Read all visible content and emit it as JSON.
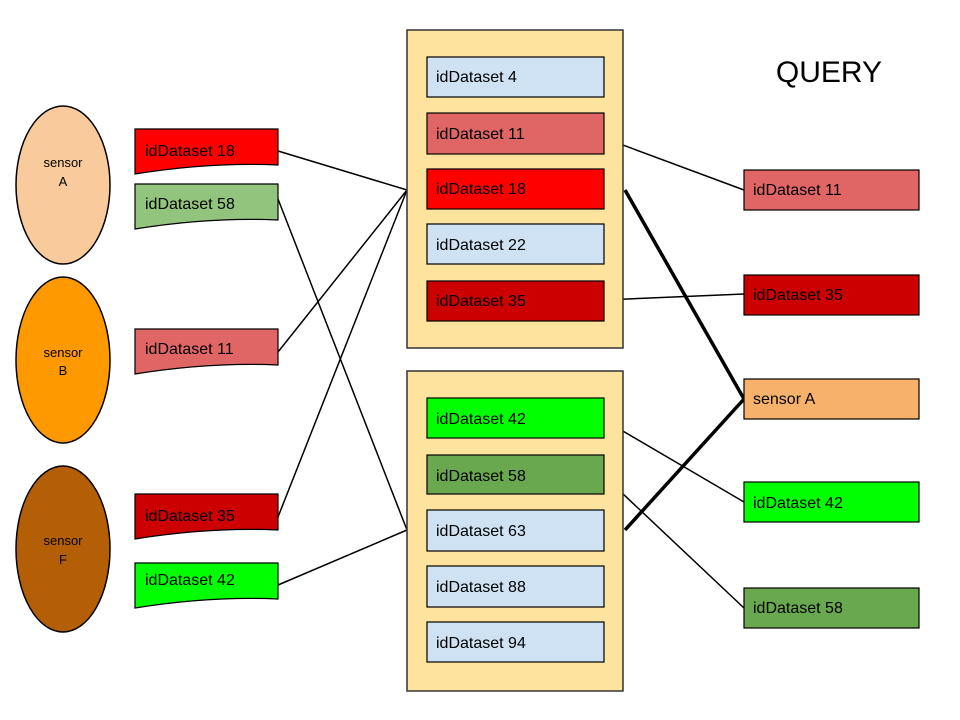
{
  "title": "QUERY",
  "colors": {
    "container_fill": "#fde39e",
    "container_stroke": "#333333",
    "edge": "#000000"
  },
  "sensors": [
    {
      "name": "sensor",
      "letter": "A",
      "fill": "#f9cb9c"
    },
    {
      "name": "sensor",
      "letter": "B",
      "fill": "#ff9900"
    },
    {
      "name": "sensor",
      "letter": "F",
      "fill": "#b45f06"
    }
  ],
  "sensor_datasets": [
    {
      "sensor": "A",
      "label": "idDataset 18",
      "fill": "#ff0000"
    },
    {
      "sensor": "A",
      "label": "idDataset 58",
      "fill": "#93c47d"
    },
    {
      "sensor": "B",
      "label": "idDataset 11",
      "fill": "#e06666"
    },
    {
      "sensor": "F",
      "label": "idDataset 35",
      "fill": "#cc0000"
    },
    {
      "sensor": "F",
      "label": "idDataset 42",
      "fill": "#00ff00"
    }
  ],
  "index_groups": [
    {
      "entries": [
        {
          "label": "idDataset 4",
          "fill": "#cfe2f3"
        },
        {
          "label": "idDataset 11",
          "fill": "#e06666"
        },
        {
          "label": "idDataset 18",
          "fill": "#ff0000"
        },
        {
          "label": "idDataset 22",
          "fill": "#cfe2f3"
        },
        {
          "label": "idDataset 35",
          "fill": "#cc0000"
        }
      ]
    },
    {
      "entries": [
        {
          "label": "idDataset 42",
          "fill": "#00ff00"
        },
        {
          "label": "idDataset 58",
          "fill": "#6aa84f"
        },
        {
          "label": "idDataset 63",
          "fill": "#cfe2f3"
        },
        {
          "label": "idDataset 88",
          "fill": "#cfe2f3"
        },
        {
          "label": "idDataset 94",
          "fill": "#cfe2f3"
        }
      ]
    }
  ],
  "query_results": [
    {
      "label": "idDataset 11",
      "fill": "#e06666"
    },
    {
      "label": "idDataset 35",
      "fill": "#cc0000"
    },
    {
      "label": "sensor A",
      "fill": "#f6b26b"
    },
    {
      "label": "idDataset 42",
      "fill": "#00ff00"
    },
    {
      "label": "idDataset 58",
      "fill": "#6aa84f"
    }
  ]
}
